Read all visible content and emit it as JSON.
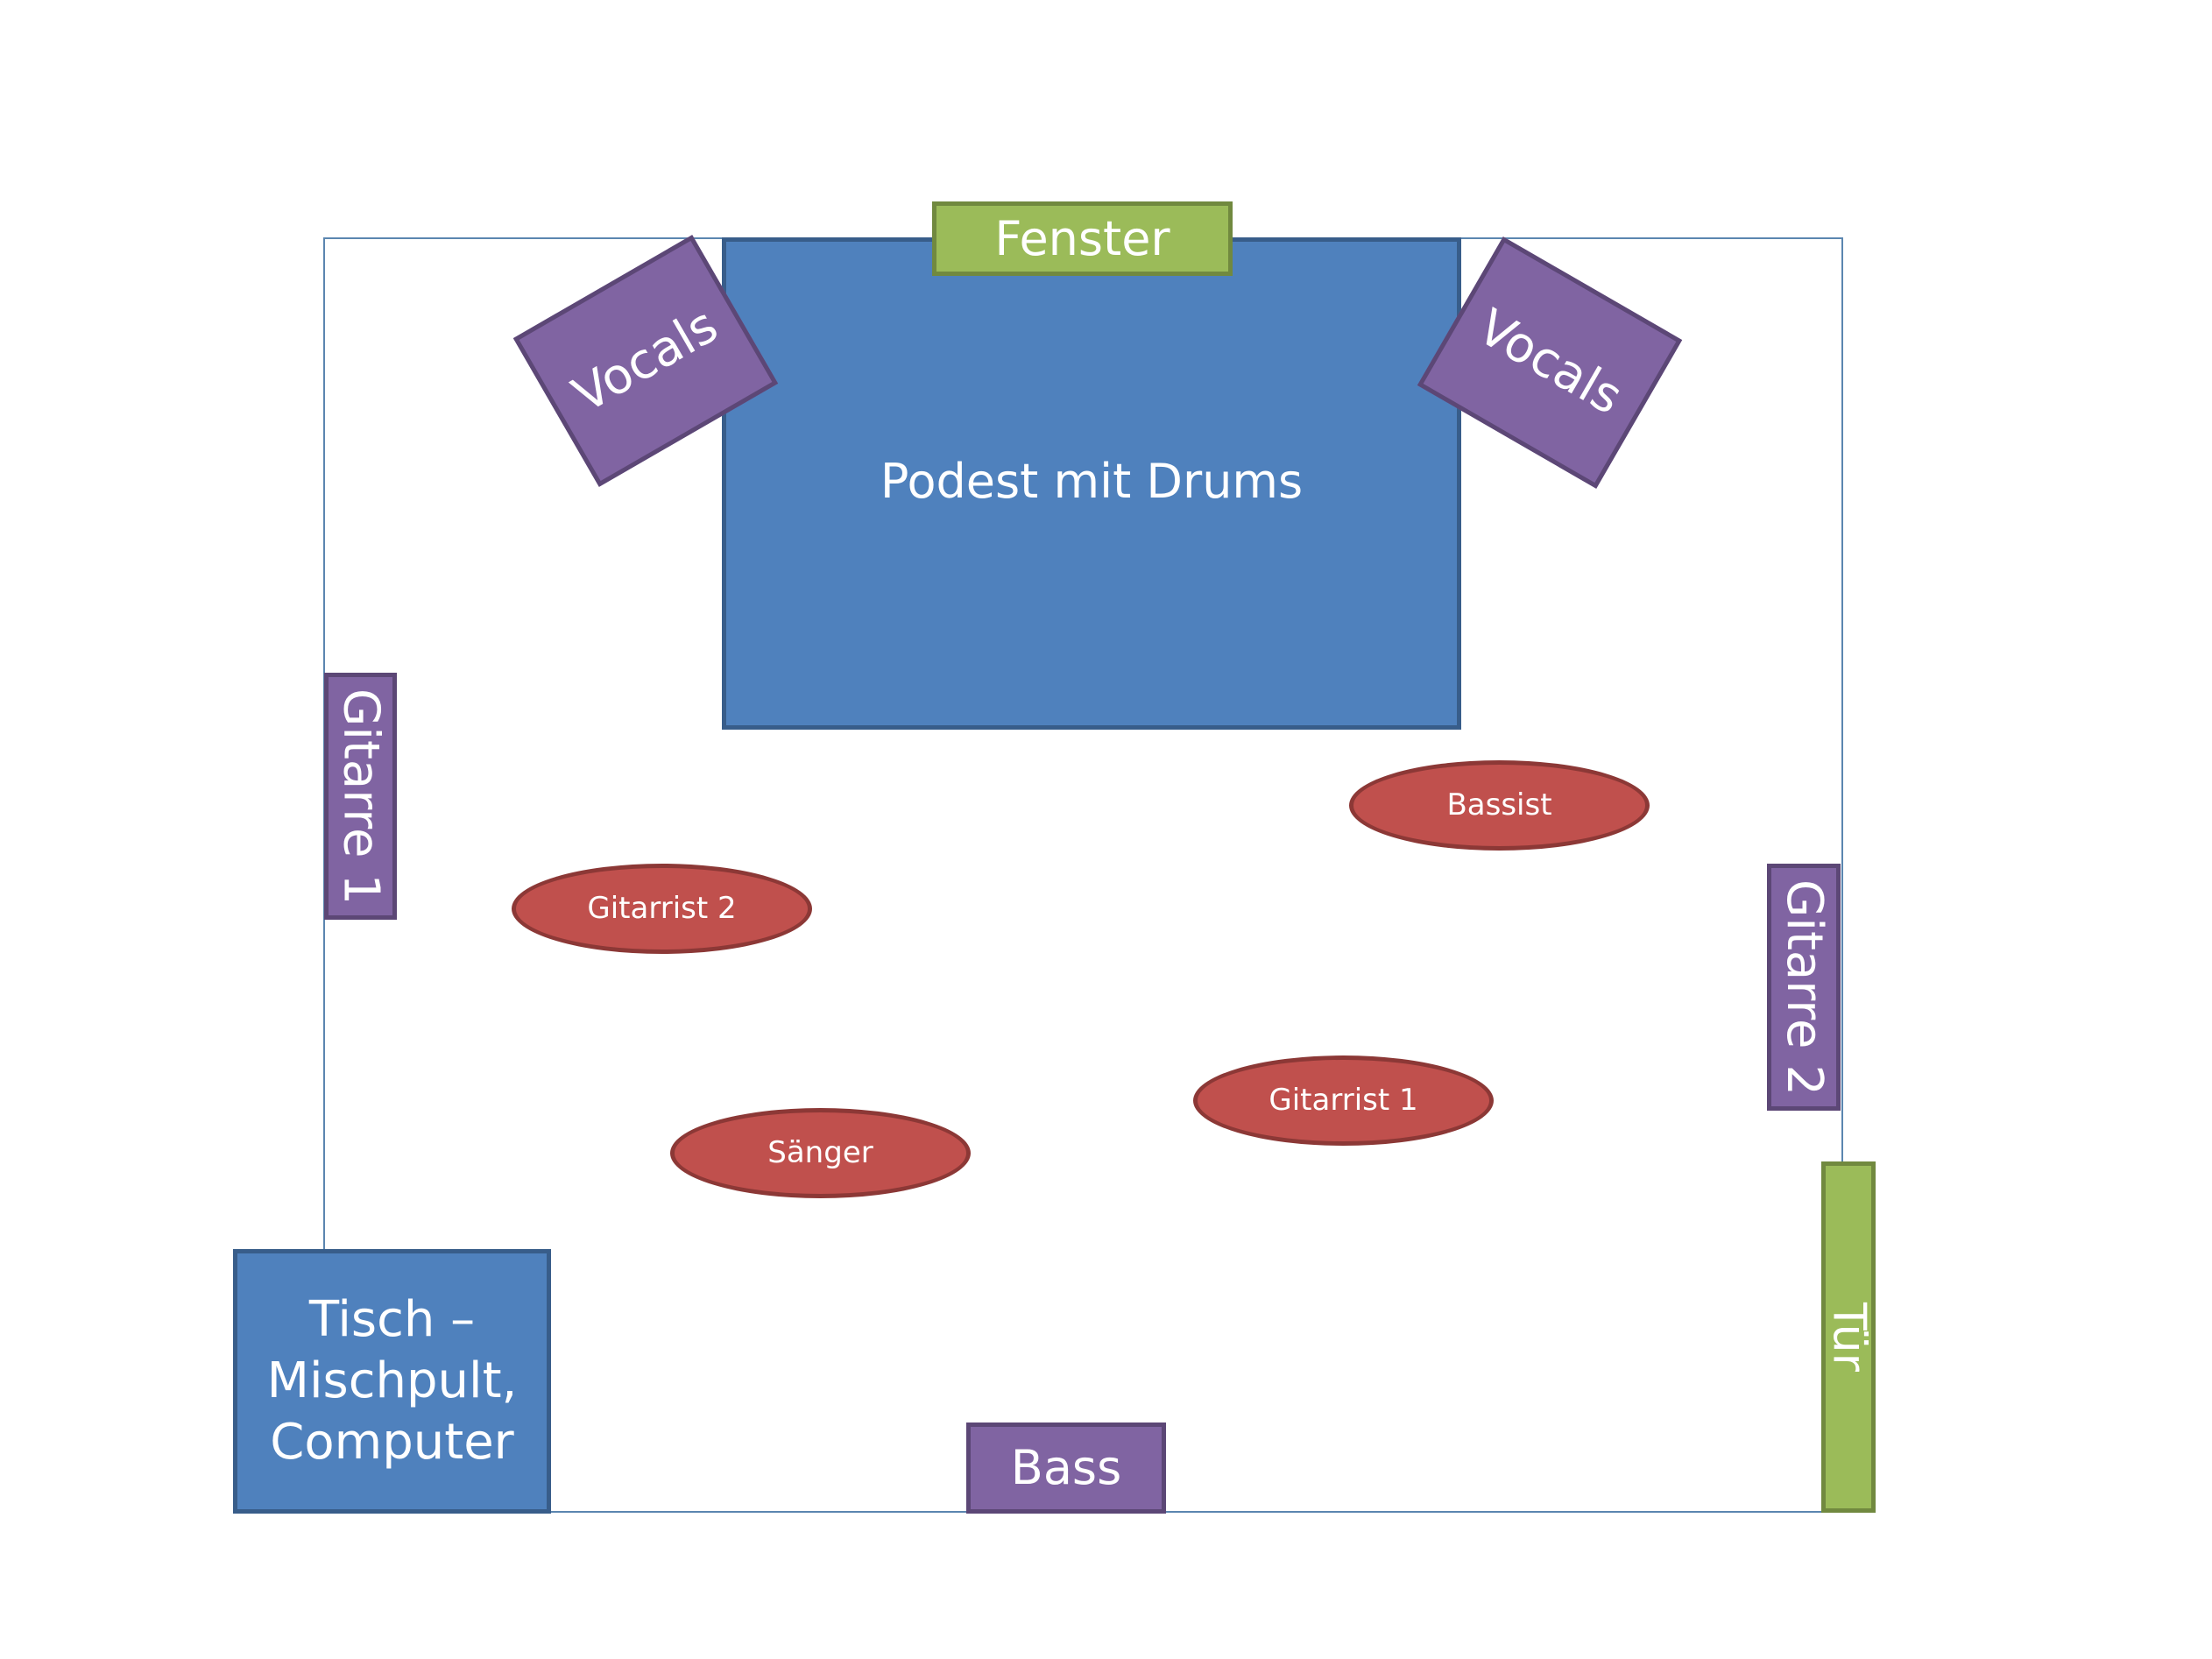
{
  "room": {
    "podest": "Podest mit Drums",
    "window": "Fenster",
    "door": "Tür",
    "desk_lines": [
      "Tisch –",
      "Mischpult,",
      "Computer"
    ]
  },
  "speakers": {
    "vocals_left": "Vocals",
    "vocals_right": "Vocals",
    "guitar_1": "Gitarre 1",
    "guitar_2": "Gitarre 2",
    "bass": "Bass"
  },
  "players": {
    "bassist": "Bassist",
    "guitarist_2": "Gitarrist 2",
    "guitarist_1": "Gitarrist 1",
    "singer": "Sänger"
  },
  "colors": {
    "blue": "#4f81bd",
    "purple": "#8064a2",
    "green": "#9bbb59",
    "red": "#c0504d",
    "outline": "#5b86b0"
  }
}
